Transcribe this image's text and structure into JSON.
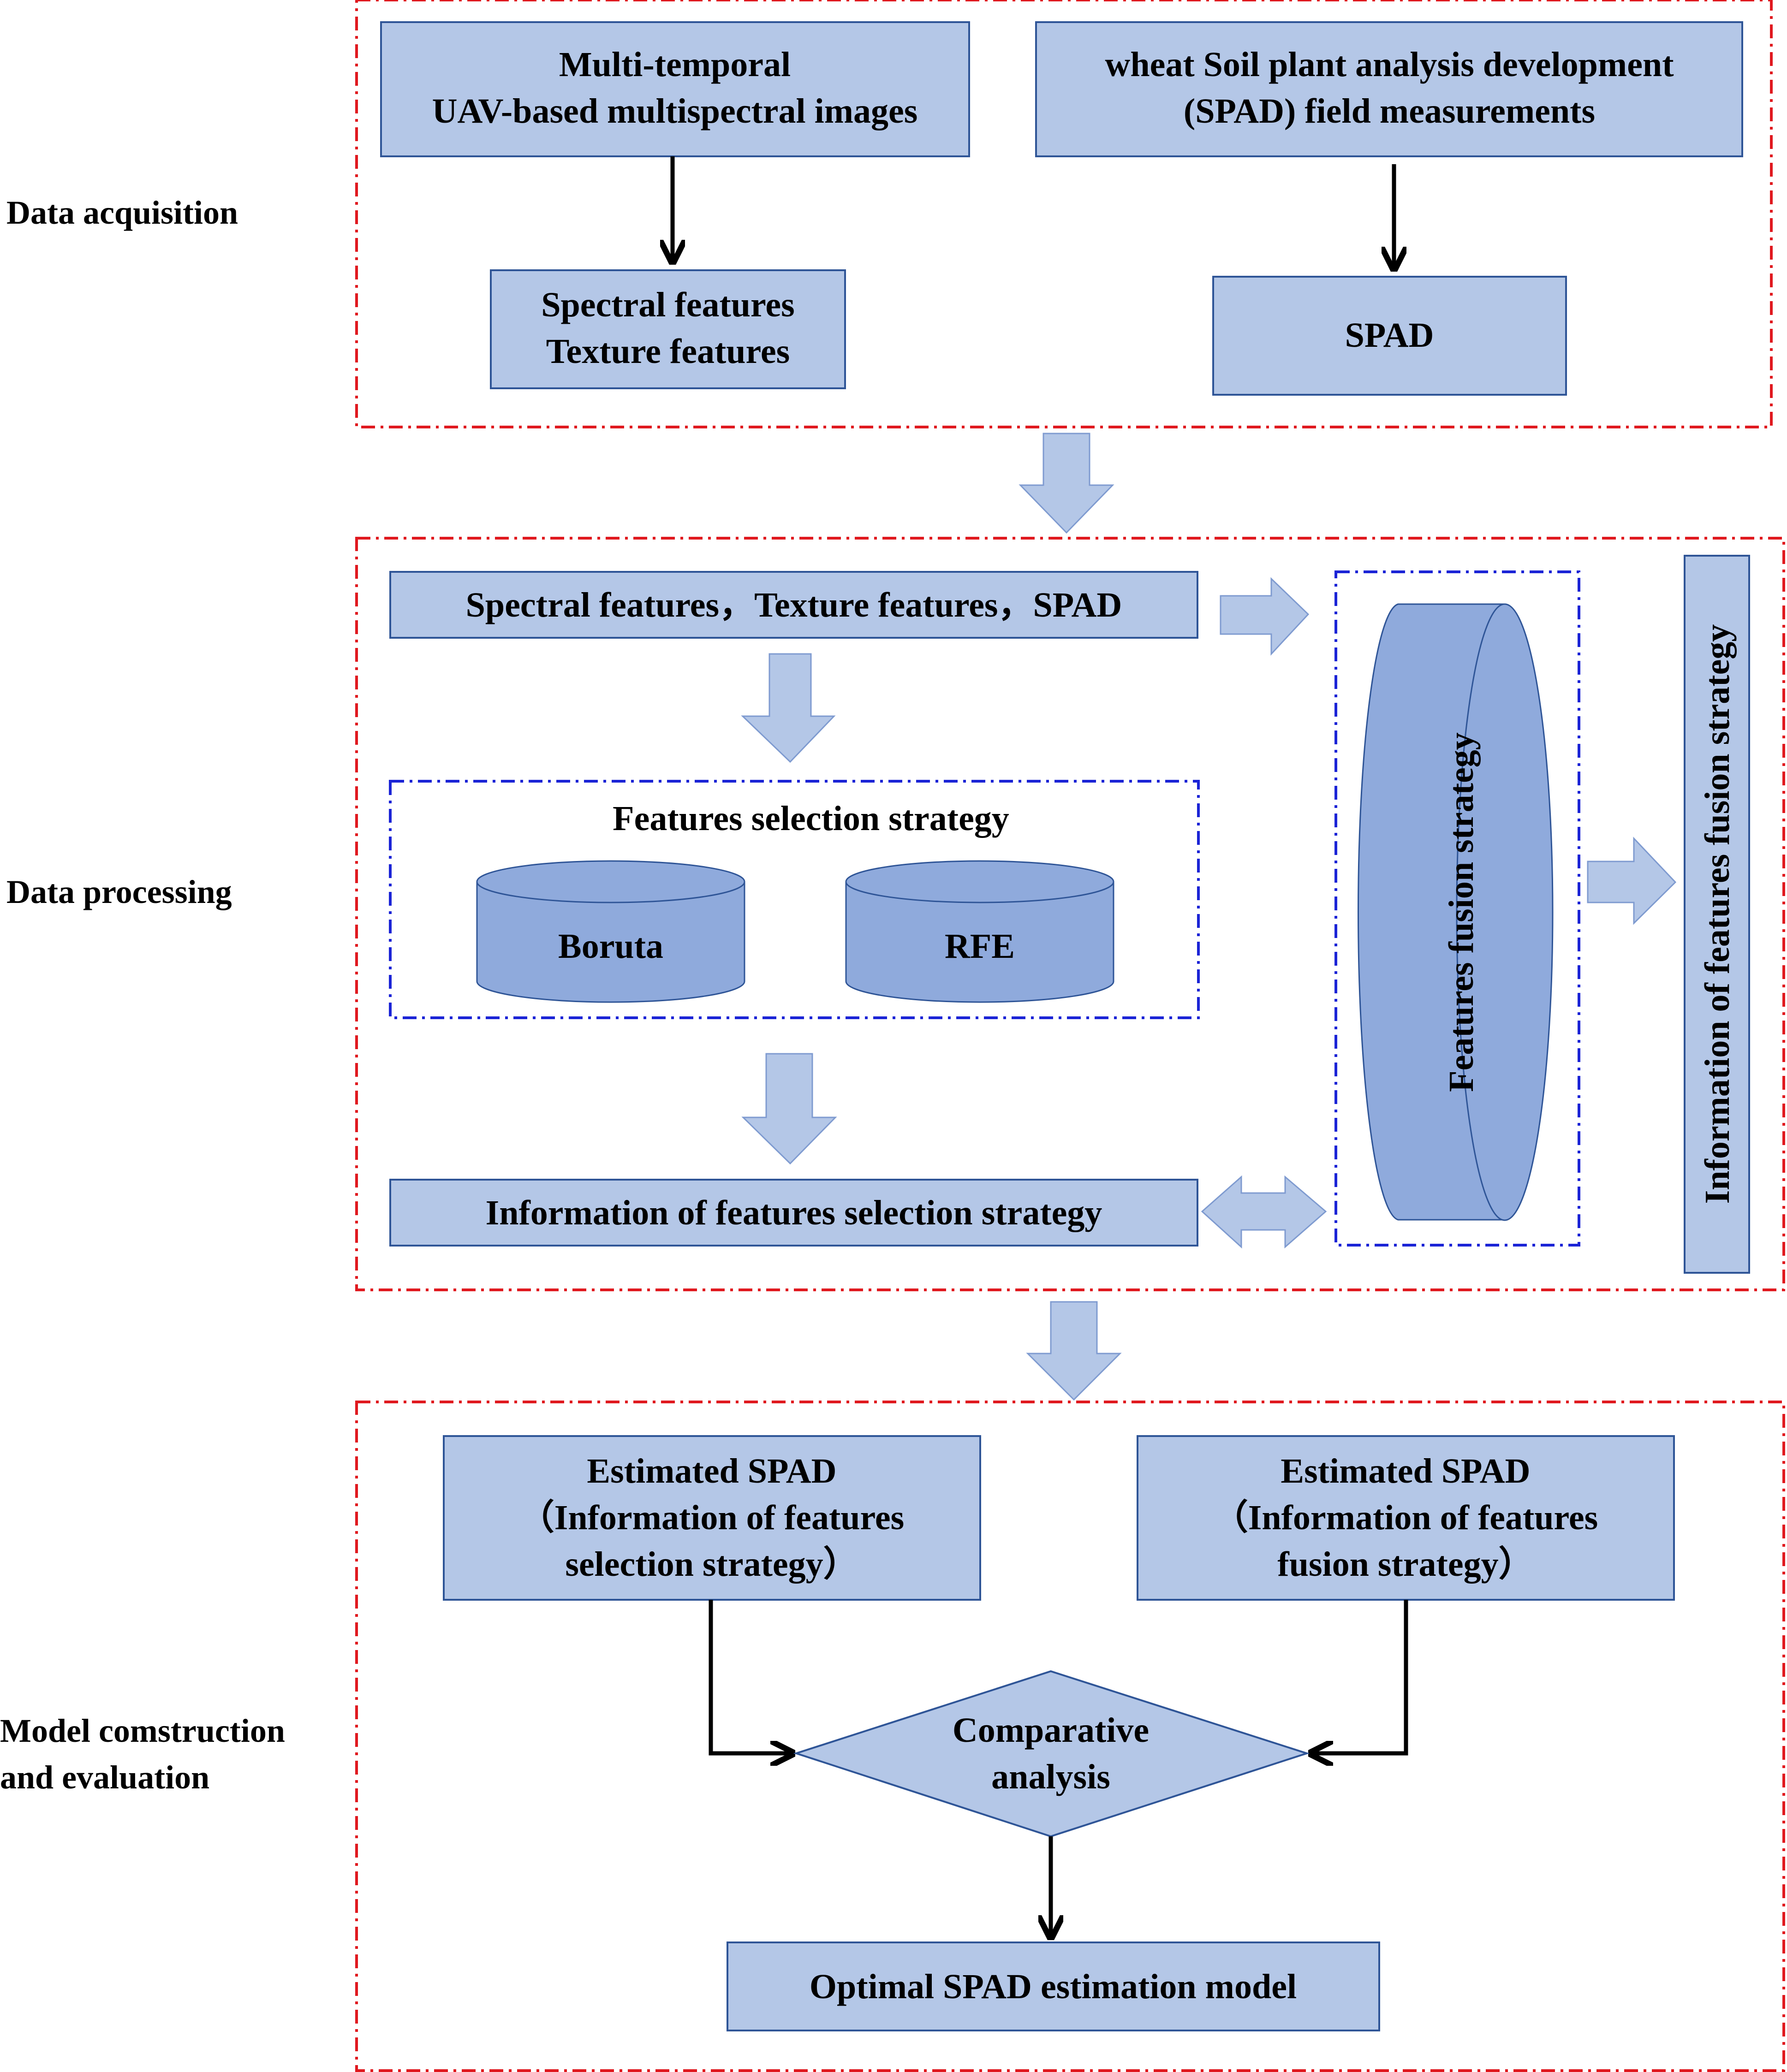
{
  "stages": {
    "acquisition": "Data acquisition",
    "processing": "Data processing",
    "model_line1": "Model comstruction",
    "model_line2": "and evaluation"
  },
  "acquisition": {
    "uav_line1": "Multi-temporal",
    "uav_line2": "UAV-based multispectral  images",
    "spad_meas_line1": "wheat Soil plant analysis development",
    "spad_meas_line2": "(SPAD) field measurements",
    "features_line1": "Spectral features",
    "features_line2": "Texture features",
    "spad": "SPAD"
  },
  "processing": {
    "inputs": "Spectral features，Texture features，SPAD",
    "selection_title": "Features selection strategy",
    "boruta": "Boruta",
    "rfe": "RFE",
    "selection_info": "Information of features selection strategy",
    "fusion": "Features fusion strategy",
    "fusion_info": "Information of features fusion strategy"
  },
  "model": {
    "est_sel_line1": "Estimated SPAD",
    "est_sel_line2": "（Information of features",
    "est_sel_line3": "selection strategy）",
    "est_fus_line1": "Estimated SPAD",
    "est_fus_line2": "（Information of features",
    "est_fus_line3": "fusion strategy）",
    "compare_line1": "Comparative",
    "compare_line2": "analysis",
    "optimal": "Optimal SPAD estimation model"
  },
  "colors": {
    "box_fill": "#b4c7e7",
    "box_border": "#2f5597",
    "cylinder_fill": "#8faadc",
    "section_border": "#e0191f",
    "group_border": "#1b24d6"
  }
}
